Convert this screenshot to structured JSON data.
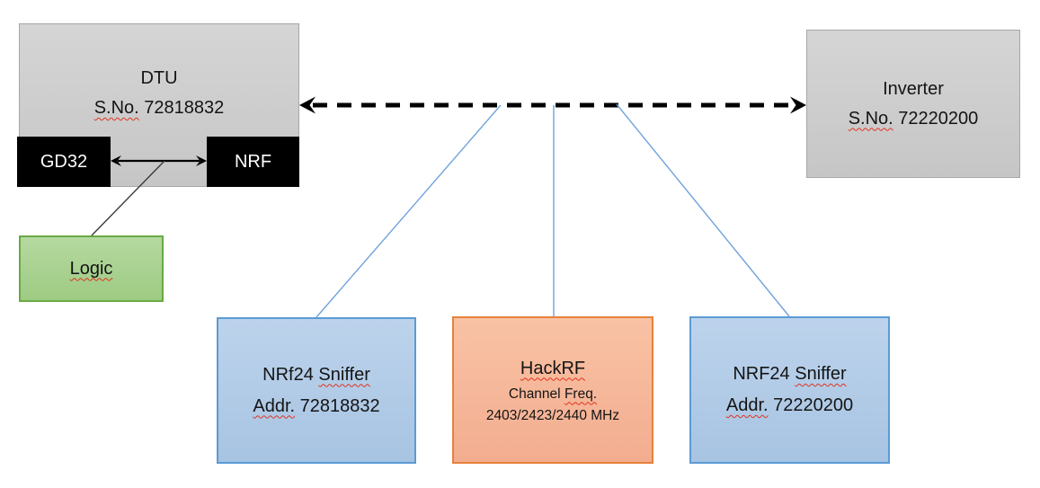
{
  "diagram": {
    "nodes": {
      "dtu": {
        "title": "DTU",
        "serial_label": "S.No.",
        "serial_value": "72818832"
      },
      "gd32": {
        "label": "GD32"
      },
      "nrf": {
        "label": "NRF"
      },
      "logic": {
        "label": "Logic"
      },
      "inverter": {
        "title": "Inverter",
        "serial_label": "S.No.",
        "serial_value": "72220200"
      },
      "sniffer_left": {
        "title_prefix": "NRf24",
        "title_word": "Sniffer",
        "addr_label": "Addr.",
        "addr_value": "72818832"
      },
      "hackrf": {
        "title": "HackRF",
        "freq_label_prefix": "Channel",
        "freq_label_word": "Freq.",
        "freq_value": "2403/2423/2440 MHz"
      },
      "sniffer_right": {
        "title_prefix": "NRF24",
        "title_word": "Sniffer",
        "addr_label": "Addr.",
        "addr_value": "72220200"
      }
    },
    "colors": {
      "background": "#ffffff",
      "gray_fill": "#cccccc",
      "gray_border": "#a6a6a6",
      "black_fill": "#000000",
      "green_fill": "#a9d18e",
      "green_border": "#68a945",
      "blue_fill": "#aec9e6",
      "blue_border": "#5b9bd5",
      "orange_fill": "#f6b695",
      "orange_border": "#e6813c",
      "connector_blue": "#6fa3dc",
      "arrow_black": "#000000",
      "text_color": "#141414",
      "spellcheck_underline": "#e0321e"
    }
  }
}
